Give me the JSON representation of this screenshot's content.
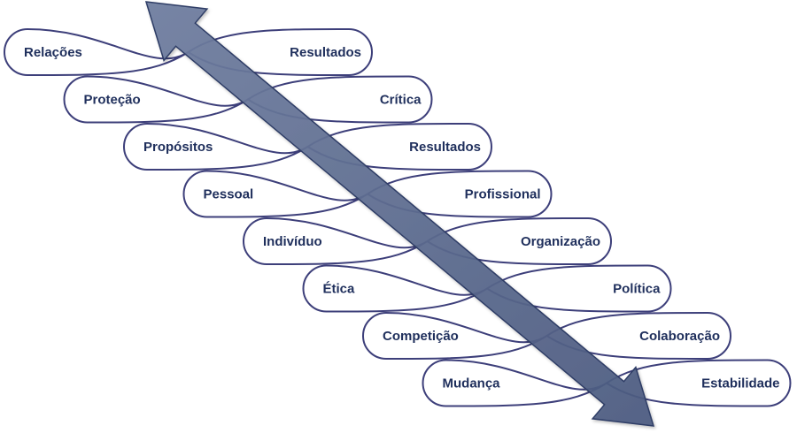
{
  "colors": {
    "loop_stroke": "#3d3f7a",
    "arrow_fill": "#5b6a8c",
    "arrow_stroke": "#2f3d66",
    "label_color": "#1f2f5c"
  },
  "pairs": [
    {
      "left": "Relações",
      "right": "Resultados"
    },
    {
      "left": "Proteção",
      "right": "Crítica"
    },
    {
      "left": "Propósitos",
      "right": "Resultados"
    },
    {
      "left": "Pessoal",
      "right": "Profissional"
    },
    {
      "left": "Indivíduo",
      "right": "Organização"
    },
    {
      "left": "Ética",
      "right": "Política"
    },
    {
      "left": "Competição",
      "right": "Colaboração"
    },
    {
      "left": "Mudança",
      "right": "Estabilidade"
    }
  ]
}
